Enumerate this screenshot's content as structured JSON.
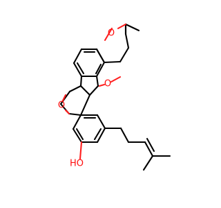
{
  "molecule": {
    "colors": {
      "bond": "#000000",
      "oxygen": "#ff0d0d",
      "background": "#ffffff"
    },
    "atoms": {
      "o_pyran_top": "O",
      "o_furan": "O",
      "o_chromane": "O",
      "hydroxyl": "HO"
    }
  }
}
